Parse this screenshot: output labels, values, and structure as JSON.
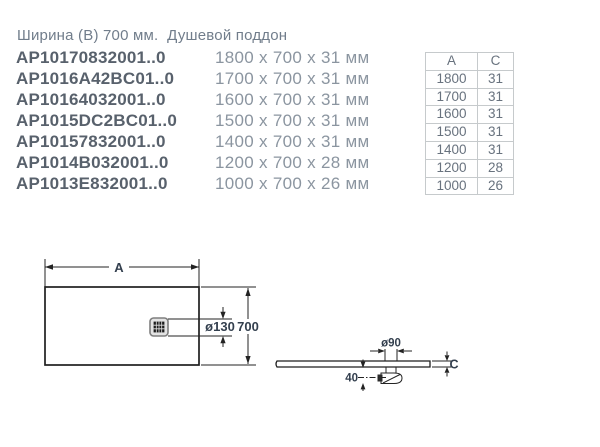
{
  "page": {
    "title": "Ширина (B) 700 мм.  Душевой поддон"
  },
  "products": [
    {
      "code": "AP10170832001..0",
      "size": "1800 x 700 x 31 мм"
    },
    {
      "code": "AP1016A42BC01..0",
      "size": "1700 x 700 x 31 мм"
    },
    {
      "code": "AP10164032001..0",
      "size": "1600 x 700 x 31 мм"
    },
    {
      "code": "AP1015DC2BC01..0",
      "size": "1500 x 700 x 31 мм"
    },
    {
      "code": "AP10157832001..0",
      "size": "1400 x 700 x 31 мм"
    },
    {
      "code": "AP1014B032001..0",
      "size": "1200 x 700 x 28 мм"
    },
    {
      "code": "AP1013E832001..0",
      "size": "1000 x 700 x 26 мм"
    }
  ],
  "spec_table": {
    "headers": [
      "A",
      "C"
    ],
    "rows": [
      [
        "1800",
        "31"
      ],
      [
        "1700",
        "31"
      ],
      [
        "1600",
        "31"
      ],
      [
        "1500",
        "31"
      ],
      [
        "1400",
        "31"
      ],
      [
        "1200",
        "28"
      ],
      [
        "1000",
        "26"
      ]
    ]
  },
  "drawings": {
    "top_view": {
      "length_label": "A",
      "drain_diameter": "ø130",
      "width_value": "700"
    },
    "side_view": {
      "drain_diameter": "ø90",
      "trap_offset": "40",
      "thickness_label": "C"
    }
  },
  "colors": {
    "title_text": "#717d8b",
    "code_text": "#58616c",
    "size_text": "#8b95a0",
    "table_text": "#68727e",
    "table_border": "#c6cacc",
    "drawing_line": "#232323",
    "drawing_label": "#333f4e"
  }
}
